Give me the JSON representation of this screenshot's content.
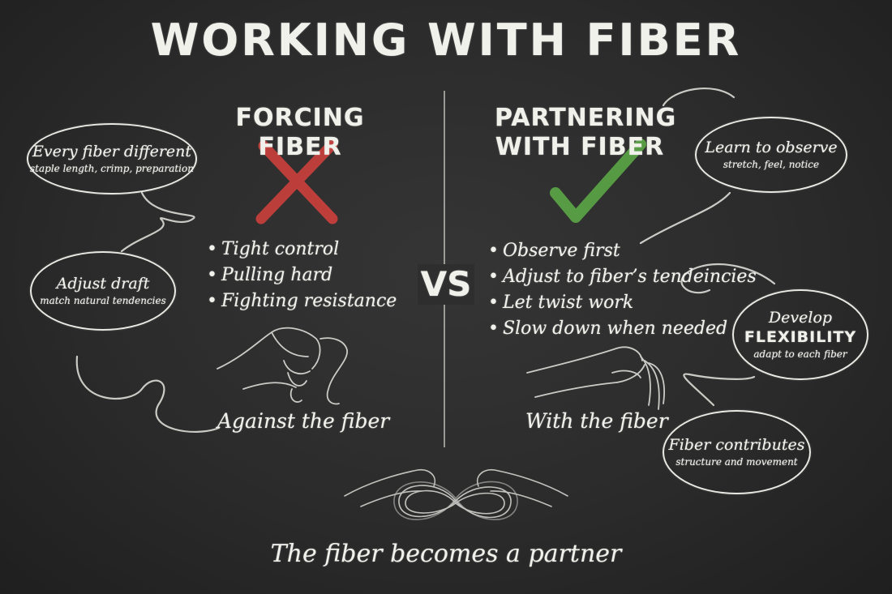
{
  "title": "WORKING WITH FIBER",
  "vs": "VS",
  "left": {
    "heading": "FORCING FIBER",
    "bullets": [
      "Tight control",
      "Pulling hard",
      "Fighting resistance"
    ],
    "caption": "Against the fiber",
    "mark": "x-icon",
    "mark_color": "#c9403b"
  },
  "right": {
    "heading_line1": "PARTNERING",
    "heading_line2": "WITH FIBER",
    "bullets": [
      "Observe first",
      "Adjust to fiber’s tendeincies",
      "Let twist work",
      "Slow down when needed"
    ],
    "caption": "With the fiber",
    "mark": "checkmark-icon",
    "mark_color": "#5aa547"
  },
  "bubbles": {
    "every_fiber": {
      "title": "Every fiber different",
      "sub": "staple length, crimp, preparation"
    },
    "adjust_draft": {
      "title": "Adjust draft",
      "sub": "match natural tendencies"
    },
    "learn_observe": {
      "title": "Learn to observe",
      "sub": "stretch, feel, notice"
    },
    "develop": {
      "title": "Develop",
      "bold": "FLEXIBILITY",
      "sub": "adapt to each fiber"
    },
    "fiber_contributes": {
      "title": "Fiber contributes",
      "sub": "structure and movement"
    }
  },
  "footer": "The fiber becomes a partner",
  "bullet_glyph": "•"
}
